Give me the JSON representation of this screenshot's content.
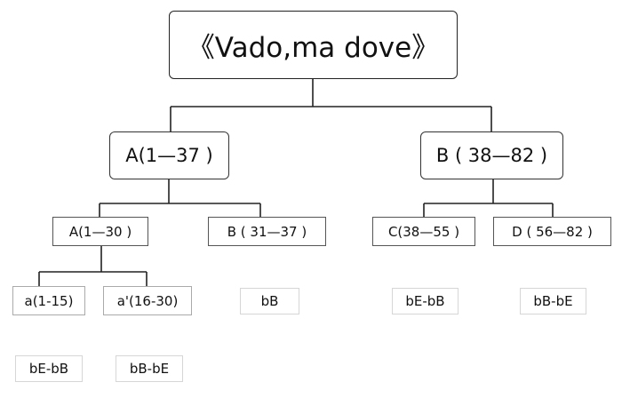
{
  "diagram": {
    "root": {
      "label": "《Vado,ma dove》"
    },
    "level1": [
      {
        "label": "A(1—37 )"
      },
      {
        "label": "B ( 38—82 )"
      }
    ],
    "level2": [
      {
        "label": "A(1—30 )"
      },
      {
        "label": "B ( 31—37 )"
      },
      {
        "label": "C(38—55 )"
      },
      {
        "label": "D ( 56—82 )"
      }
    ],
    "level3": [
      {
        "label": "a(1-15)"
      },
      {
        "label": "a'(16-30)"
      },
      {
        "label": "bB"
      },
      {
        "label": "bE-bB"
      },
      {
        "label": "bB-bE"
      }
    ],
    "level4": [
      {
        "label": "bE-bB"
      },
      {
        "label": "bB-bE"
      }
    ]
  }
}
